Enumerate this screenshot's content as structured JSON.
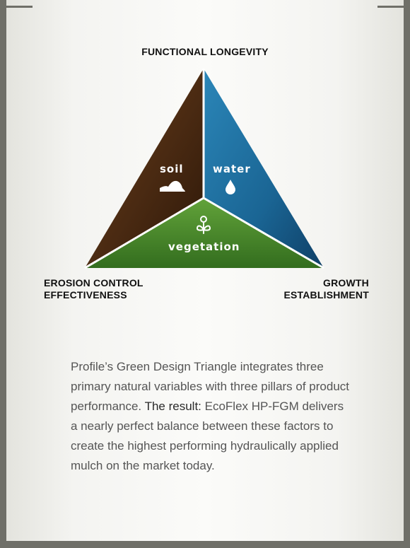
{
  "diagram": {
    "top_vertex": "FUNCTIONAL LONGEVITY",
    "left_vertex": [
      "EROSION CONTROL",
      "EFFECTIVENESS"
    ],
    "right_vertex": [
      "GROWTH",
      "ESTABLISHMENT"
    ],
    "regions": {
      "soil": {
        "label": "soil",
        "icon": "hills-icon",
        "color": "#5a3316"
      },
      "water": {
        "label": "water",
        "icon": "water-drop-icon",
        "color": "#1f6e9c"
      },
      "vegetation": {
        "label": "vegetation",
        "icon": "flower-icon",
        "color": "#4f8a2e"
      }
    }
  },
  "caption": {
    "text_before": "Profile’s Green Design Triangle integrates three primary natural variables with three pillars of product performance. ",
    "emphasis": "The result:",
    "text_after": " EcoFlex HP-FGM delivers a nearly perfect balance between these factors to create the highest performing hydraulically applied mulch on the market today."
  }
}
